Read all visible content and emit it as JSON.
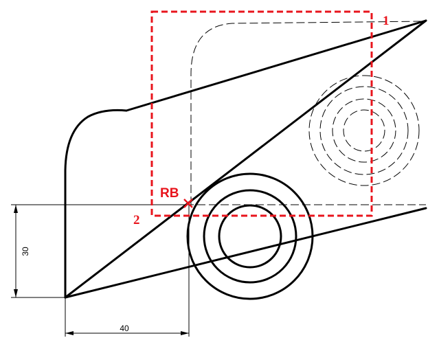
{
  "dimensions": {
    "vertical": "30",
    "horizontal": "40"
  },
  "labels": {
    "corner_point": "RB",
    "window_corner_1": "1",
    "window_corner_2": "2"
  },
  "colors": {
    "drawing": "#000000",
    "selection_window": "#e8141c"
  }
}
